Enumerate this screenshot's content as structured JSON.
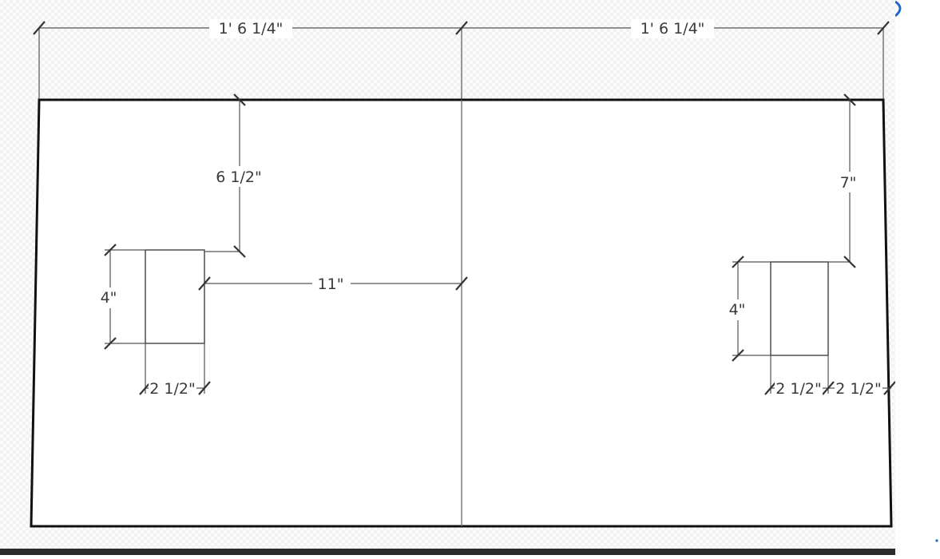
{
  "drawing": {
    "dimensions": {
      "top_left_width": "1' 6 1/4\"",
      "top_right_width": "1' 6 1/4\"",
      "left_box_from_top": "6 1/2\"",
      "right_box_from_top": "7\"",
      "left_box_to_center": "11\"",
      "left_box_height": "4\"",
      "right_box_height": "4\"",
      "left_box_width": "2 1/2\"",
      "right_box_width": "2 1/2\"",
      "right_box_to_edge": "2 1/2\""
    }
  },
  "colors": {
    "outline": "#111111",
    "dimension": "#555555",
    "accent": "#1f66c9"
  }
}
